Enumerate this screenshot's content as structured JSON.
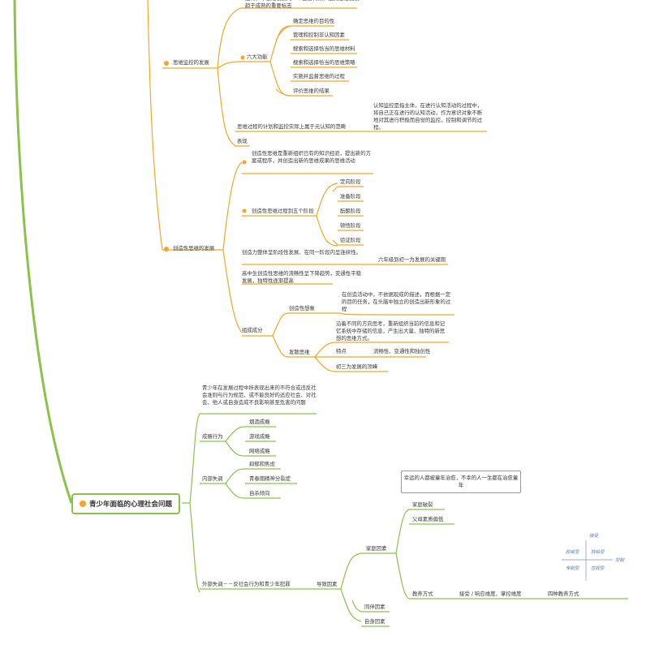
{
  "sections": {
    "monitoring": {
      "title": "思维监控的发展",
      "top_note": "是青少年思维发展的一个显著特点，是其思维发展趋于成熟的重要标志",
      "functions_title": "六大功能",
      "functions": [
        "确定思维的目的性",
        "管理和控制非认知因素",
        "搜索和选择恰当的思维材料",
        "搜索和选择恰当的思维策略",
        "实施并监督思维的过程",
        "评价思维的结果"
      ],
      "metacognition": "思维过程的计划和监控实际上属于元认知的范畴",
      "metacognition_detail": "认知监控是指主体，在进行认知活动的过程中，将自己正在进行的认知活动，作为意识对象不断地对其进行积极而自觉的监控、控制和调节的过程。",
      "manifest": "表现"
    },
    "creative": {
      "title": "创造性思维的发展",
      "definition": "创造性思维是重新组织已有的知识经验，提出新的方案或程序，并创造出新的思维成果的思维活动",
      "stages_title": "创造性思维过程到五个阶段",
      "stages": [
        "定向阶段",
        "准备阶段",
        "酝酿阶段",
        "顿悟阶段",
        "验证阶段"
      ],
      "balance": "创造力整体呈阶段性发展、在同一阶段内呈连续性。",
      "balance_note": "六年级到初一为发展的关键期",
      "senior": "高中生创造性思维的流畅性呈下降趋势，变通性平稳发展，独特性逐渐提高",
      "components_title": "组成成分",
      "imagination": "创造性想象",
      "imagination_detail": "在创造活动中，不依据现成的描述，而根据一定的目的任务，在头脑中独立的创造出新形象的过程",
      "divergent": "发散思维",
      "divergent_detail": "沿着不同的方向思考，重新组织当前的信息和记忆系统中存储的信息，产生出大量、独特的新思想的思维方式。",
      "traits": "特点",
      "traits_detail": "流畅性、变通性和独创性",
      "peak": "初三为发展的顶峰"
    },
    "social": {
      "title": "青少年面临的心理社会问题",
      "definition": "青少年在发展过程中所表现出来的不符合或违反社会准则与行为规范、或不能良好的适应社会、对社会、他人或自身造成不良影响甚至危害的问题",
      "addictive": "成瘾行为",
      "addictive_items": [
        "烟酒成瘾",
        "游戏成瘾",
        "网络成瘾"
      ],
      "internal": "内部失调",
      "internal_items": [
        "抑郁和焦虑",
        "青春期精神分裂症",
        "自杀倾向"
      ],
      "external": "外部失调－－反社会行为和青少年犯罪",
      "causes": "导致因素",
      "family": "家庭因素",
      "family_items": [
        "家庭破裂",
        "父母素质偏低"
      ],
      "parenting": "教养方式",
      "parenting_detail": "接受 / 响应维度、掌控维度",
      "parenting_types": "四种教养方式",
      "peer": "同伴因素",
      "self": "自身因素",
      "note": "幸运的人都被童年治愈，不幸的人一生都在治愈童年"
    }
  },
  "sketch": [
    "权威型",
    "放纵型",
    "专制型",
    "忽视型",
    "接受",
    "控制"
  ],
  "colors": {
    "spine": "#8bc34a",
    "branch": "#f5a623",
    "node_dot": "#f5a623"
  }
}
